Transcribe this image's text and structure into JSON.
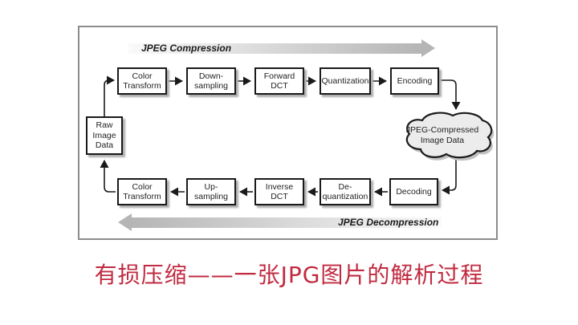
{
  "title": "有损压缩——一张JPG图片的解析过程",
  "flow": {
    "compression_label": "JPEG Compression",
    "decompression_label": "JPEG Decompression",
    "raw_label": "Raw\nImage\nData",
    "cloud_label": "JPEG-Compressed\nImage Data",
    "stages_top": [
      "Color\nTransform",
      "Down-\nsampling",
      "Forward\nDCT",
      "Quantization",
      "Encoding"
    ],
    "stages_bottom": [
      "Color\nTransform",
      "Up-\nsampling",
      "Inverse\nDCT",
      "De-\nquantization",
      "Decoding"
    ]
  },
  "colors": {
    "title_red": "#c12a40",
    "line_dark": "#1a1a1a",
    "frame_gray": "#8c8c8c",
    "shadow_gray": "#adadad",
    "cloud_fill": "#ececec",
    "arrow_dark": "#b5b5b5",
    "arrow_light": "#fafafa"
  }
}
